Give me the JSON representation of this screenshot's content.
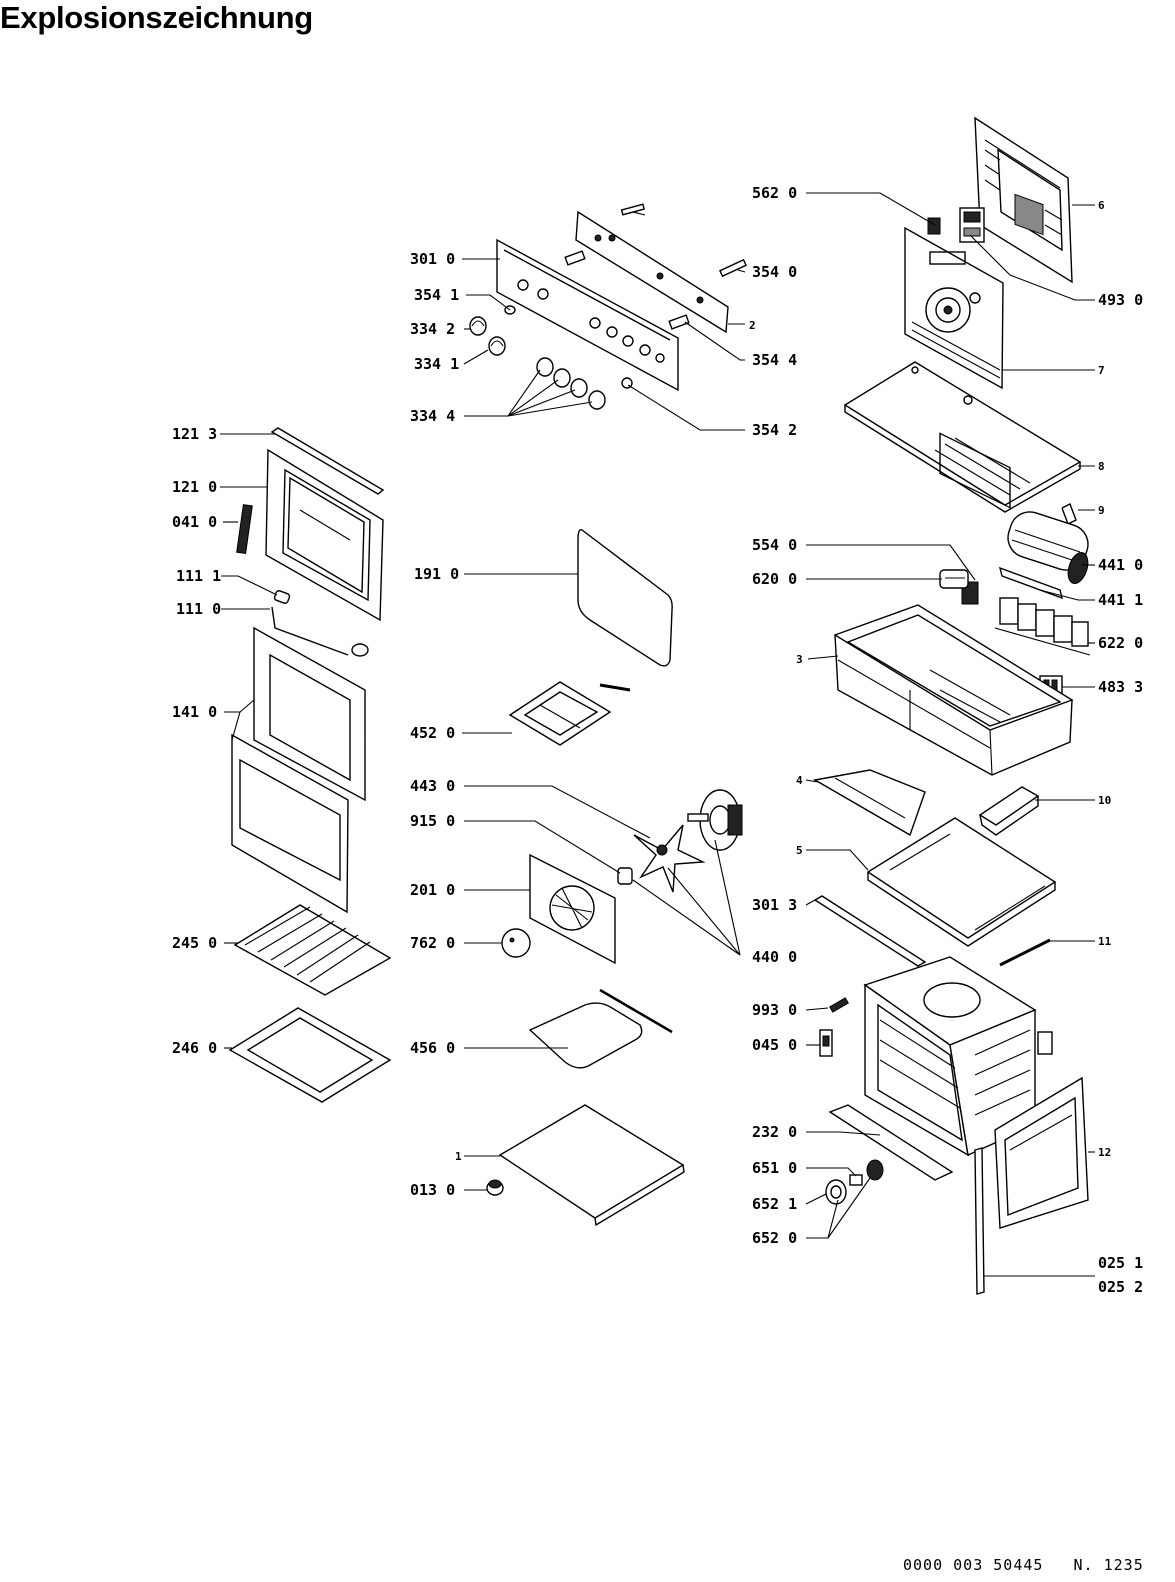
{
  "title": "Explosionszeichnung",
  "footer": "0000 003 50445   N. 1235",
  "labels": [
    {
      "id": "562-0",
      "text": "562 0"
    },
    {
      "id": "6",
      "text": "6"
    },
    {
      "id": "493-0",
      "text": "493 0"
    },
    {
      "id": "301-0",
      "text": "301 0"
    },
    {
      "id": "354-0",
      "text": "354 0"
    },
    {
      "id": "354-1",
      "text": "354 1"
    },
    {
      "id": "334-2",
      "text": "334 2"
    },
    {
      "id": "2",
      "text": "2"
    },
    {
      "id": "334-1",
      "text": "334 1"
    },
    {
      "id": "354-4",
      "text": "354 4"
    },
    {
      "id": "7",
      "text": "7"
    },
    {
      "id": "334-4",
      "text": "334 4"
    },
    {
      "id": "354-2",
      "text": "354 2"
    },
    {
      "id": "121-3",
      "text": "121 3"
    },
    {
      "id": "8",
      "text": "8"
    },
    {
      "id": "121-0",
      "text": "121 0"
    },
    {
      "id": "041-0",
      "text": "041 0"
    },
    {
      "id": "9",
      "text": "9"
    },
    {
      "id": "554-0",
      "text": "554 0"
    },
    {
      "id": "191-0",
      "text": "191 0"
    },
    {
      "id": "441-0",
      "text": "441 0"
    },
    {
      "id": "111-1",
      "text": "111 1"
    },
    {
      "id": "620-0",
      "text": "620 0"
    },
    {
      "id": "441-1",
      "text": "441 1"
    },
    {
      "id": "111-0",
      "text": "111 0"
    },
    {
      "id": "622-0",
      "text": "622 0"
    },
    {
      "id": "3",
      "text": "3"
    },
    {
      "id": "483-3",
      "text": "483 3"
    },
    {
      "id": "141-0",
      "text": "141 0"
    },
    {
      "id": "452-0",
      "text": "452 0"
    },
    {
      "id": "4",
      "text": "4"
    },
    {
      "id": "443-0",
      "text": "443 0"
    },
    {
      "id": "10",
      "text": "10"
    },
    {
      "id": "915-0",
      "text": "915 0"
    },
    {
      "id": "5",
      "text": "5"
    },
    {
      "id": "201-0",
      "text": "201 0"
    },
    {
      "id": "301-3",
      "text": "301 3"
    },
    {
      "id": "245-0",
      "text": "245 0"
    },
    {
      "id": "762-0",
      "text": "762 0"
    },
    {
      "id": "440-0",
      "text": "440 0"
    },
    {
      "id": "11",
      "text": "11"
    },
    {
      "id": "993-0",
      "text": "993 0"
    },
    {
      "id": "246-0",
      "text": "246 0"
    },
    {
      "id": "456-0",
      "text": "456 0"
    },
    {
      "id": "045-0",
      "text": "045 0"
    },
    {
      "id": "232-0",
      "text": "232 0"
    },
    {
      "id": "1",
      "text": "1"
    },
    {
      "id": "12",
      "text": "12"
    },
    {
      "id": "651-0",
      "text": "651 0"
    },
    {
      "id": "013-0",
      "text": "013 0"
    },
    {
      "id": "652-1",
      "text": "652 1"
    },
    {
      "id": "652-0",
      "text": "652 0"
    },
    {
      "id": "025-1",
      "text": "025 1"
    },
    {
      "id": "025-2",
      "text": "025 2"
    }
  ]
}
